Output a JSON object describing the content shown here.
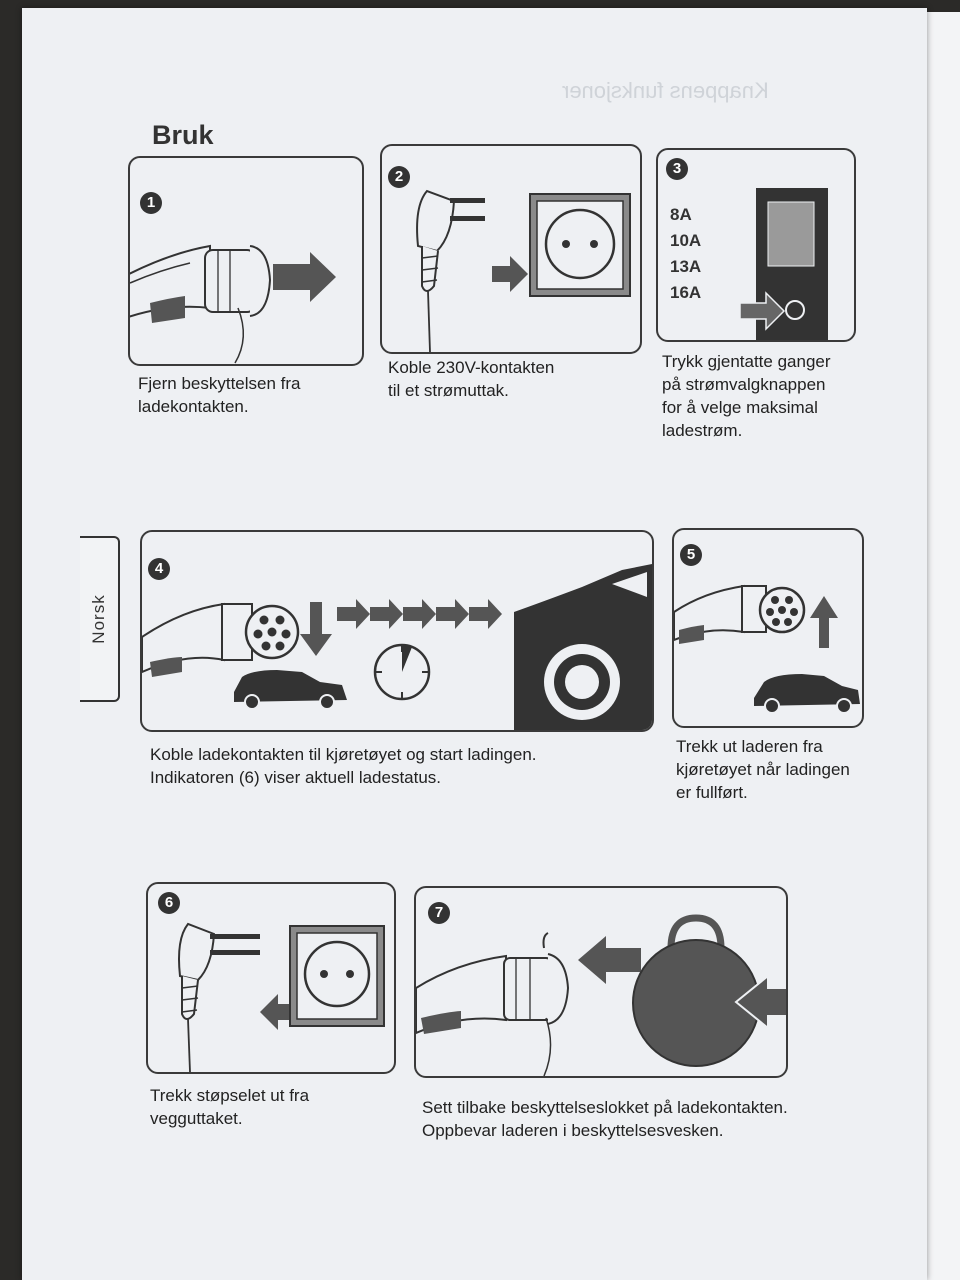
{
  "section_title": "Bruk",
  "language_tab": "Norsk",
  "steps": [
    {
      "number": "1",
      "caption": "Fjern beskyttelsen fra\nladekontakten."
    },
    {
      "number": "2",
      "caption": "Koble 230V-kontakten\ntil et strømuttak."
    },
    {
      "number": "3",
      "caption": "Trykk gjentatte ganger\npå strømvalgknappen\nfor å velge maksimal\nladestrøm.",
      "current_options": "8A\n10A\n13A\n16A"
    },
    {
      "number": "4",
      "caption": "Koble ladekontakten til kjøretøyet og start ladingen.\nIndikatoren (6) viser aktuell ladestatus."
    },
    {
      "number": "5",
      "caption": "Trekk ut laderen fra\nkjøretøyet når ladingen\ner fullført."
    },
    {
      "number": "6",
      "caption": "Trekk støpselet ut fra\nvegguttaket."
    },
    {
      "number": "7",
      "caption": "Sett tilbake beskyttelseslokket på ladekontakten.\nOppbevar laderen i beskyttelsesvesken."
    }
  ],
  "colors": {
    "paper": "#eef0f3",
    "ink": "#333333",
    "background": "#2b2a28"
  }
}
